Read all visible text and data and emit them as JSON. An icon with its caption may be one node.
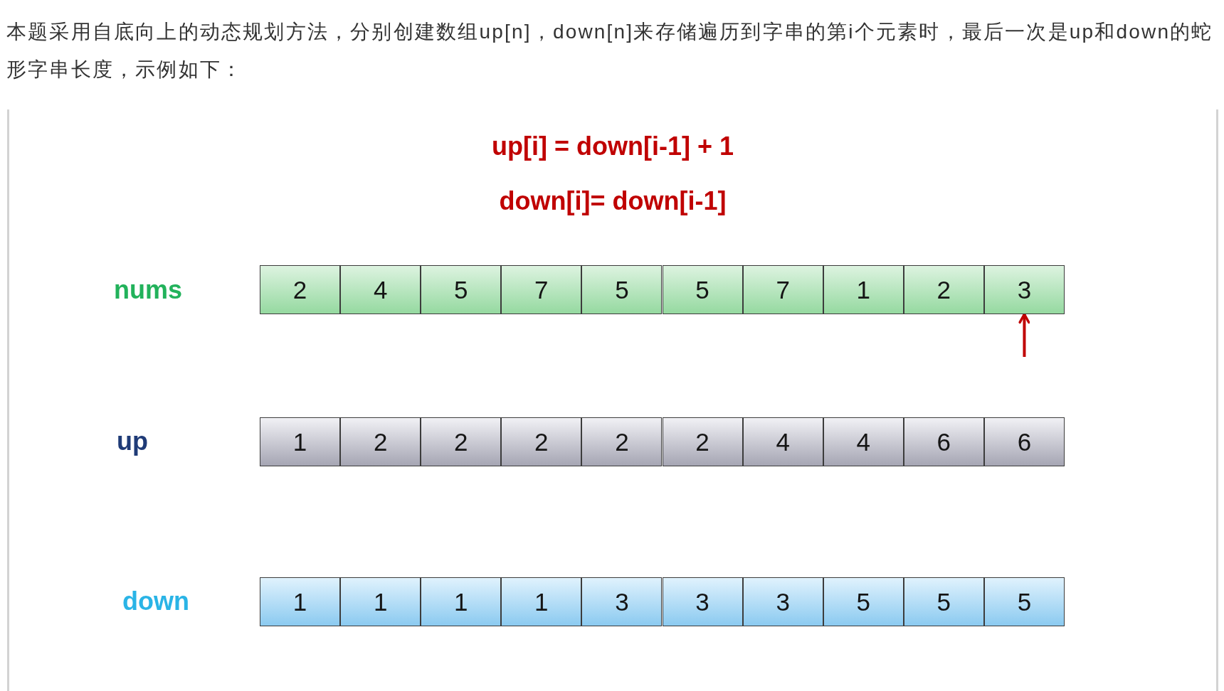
{
  "diagram": {
    "nodes": [
      {
        "text": [
          "2"
        ]
      },
      {
        "text": [
          "4"
        ]
      },
      {
        "text": [
          "5"
        ]
      },
      {
        "text": [
          "7"
        ]
      },
      {
        "text": [
          "5"
        ]
      },
      {
        "text": [
          "5"
        ]
      },
      {
        "text": [
          "7"
        ]
      },
      {
        "text": [
          "1"
        ]
      },
      {
        "text": [
          "2"
        ]
      },
      {
        "text": [
          "3"
        ]
      },
      {
        "text": [
          "1"
        ]
      },
      {
        "text": [
          "2"
        ]
      },
      {
        "text": [
          "2"
        ]
      },
      {
        "text": [
          "2"
        ]
      },
      {
        "text": [
          "2"
        ]
      },
      {
        "text": [
          "2"
        ]
      },
      {
        "text": [
          "4"
        ]
      },
      {
        "text": [
          "4"
        ]
      },
      {
        "text": [
          "6"
        ]
      },
      {
        "text": [
          "6"
        ]
      },
      {
        "text": [
          "1"
        ]
      },
      {
        "text": [
          "1"
        ]
      },
      {
        "text": [
          "1"
        ]
      },
      {
        "text": [
          "1"
        ]
      },
      {
        "text": [
          "3"
        ]
      },
      {
        "text": [
          "3"
        ]
      },
      {
        "text": [
          "3"
        ]
      },
      {
        "text": [
          "5"
        ]
      },
      {
        "text": [
          "5"
        ]
      },
      {
        "text": [
          "5"
        ]
      }
    ],
    "edges": [
      {
        "from": null,
        "to": 9,
        "arrow": "to",
        "color": "#c00000"
      }
    ],
    "labels": [
      "本题采用自底向上的动态规划方法，分别创建数组up[n]，down[n]来存储遍历到字串的第i个元素时，最后一次是up和down的蛇形字串长度，示例如下：",
      "up[i] = down[i-1] + 1",
      "down[i]= down[i-1]",
      "nums",
      "up",
      "down"
    ]
  }
}
